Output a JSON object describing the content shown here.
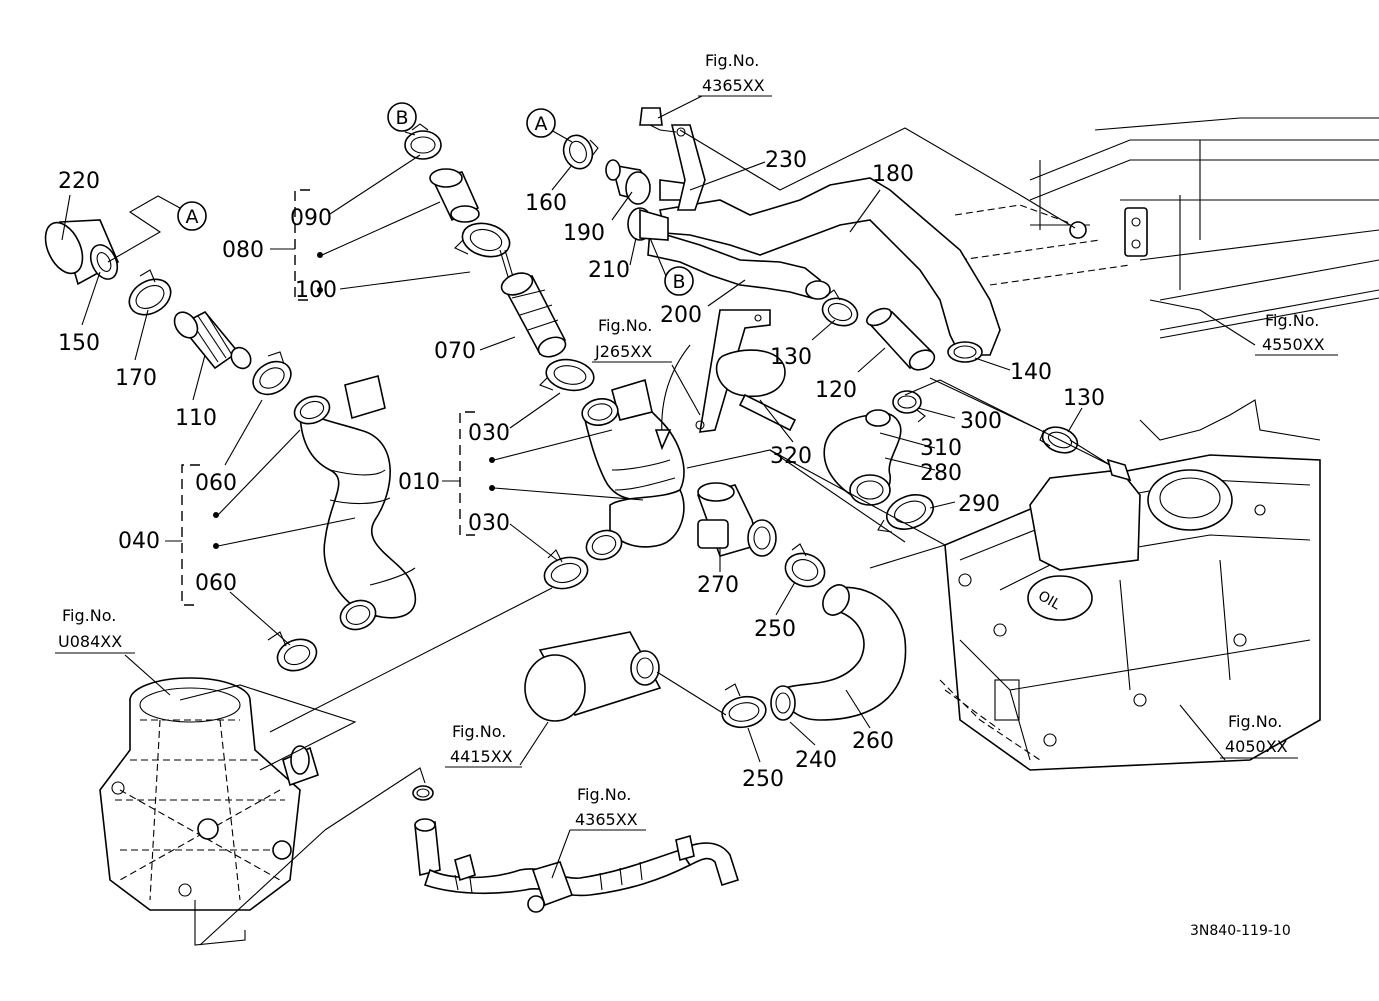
{
  "diagram_id": "3N840-119-10",
  "callout_markers": {
    "a": "A",
    "b": "B"
  },
  "figure_refs": {
    "prefix": "Fig.No.",
    "top": "4365XX",
    "j265": "J265XX",
    "u084": "U084XX",
    "f4415": "4415XX",
    "bottom": "4365XX",
    "f4550": "4550XX",
    "f4050": "4050XX"
  },
  "parts": {
    "p010": "010",
    "p030a": "030",
    "p030b": "030",
    "p040": "040",
    "p060a": "060",
    "p060b": "060",
    "p070": "070",
    "p080": "080",
    "p090": "090",
    "p100": "100",
    "p110": "110",
    "p120": "120",
    "p130a": "130",
    "p130b": "130",
    "p140": "140",
    "p150": "150",
    "p160": "160",
    "p170": "170",
    "p180": "180",
    "p190": "190",
    "p200": "200",
    "p210": "210",
    "p220": "220",
    "p230": "230",
    "p240": "240",
    "p250a": "250",
    "p250b": "250",
    "p260": "260",
    "p270": "270",
    "p280": "280",
    "p290": "290",
    "p300": "300",
    "p310": "310",
    "p320": "320"
  }
}
